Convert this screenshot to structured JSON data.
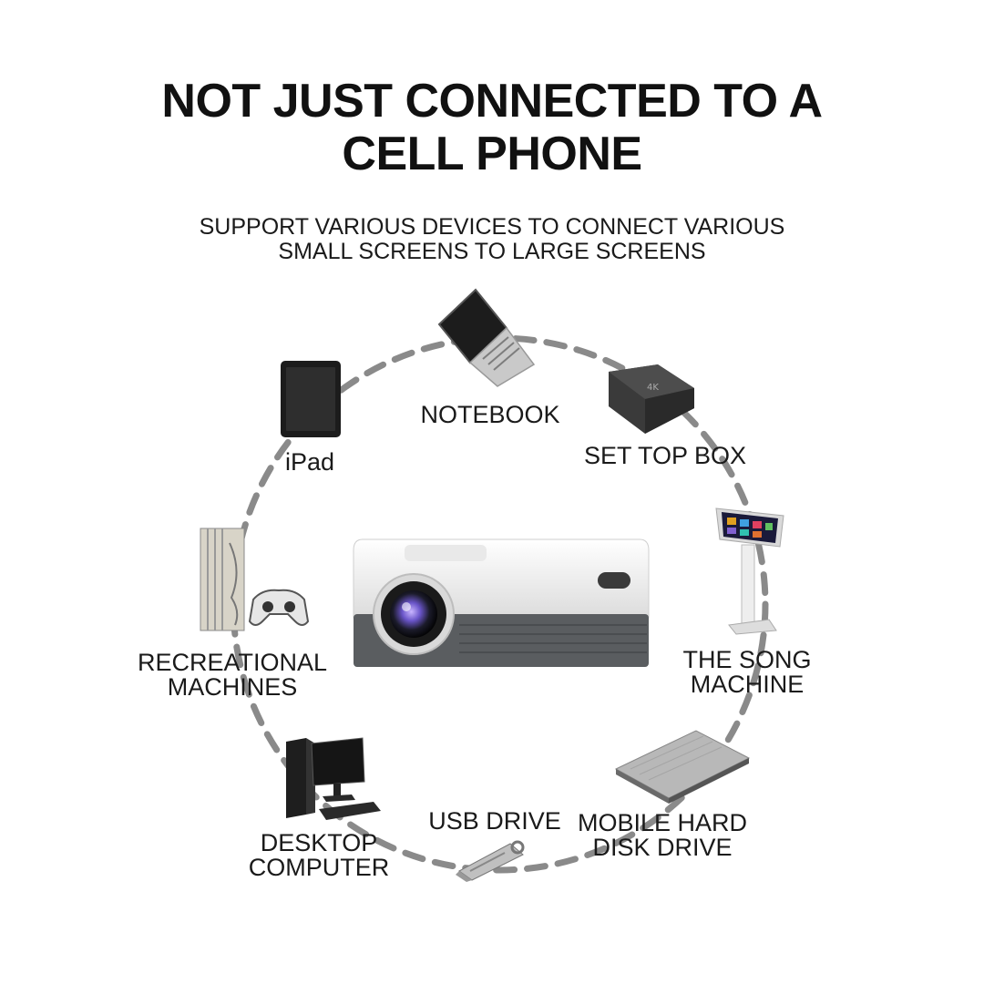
{
  "headline": {
    "line1": "NOT JUST CONNECTED TO A",
    "line2": "CELL PHONE"
  },
  "subhead": {
    "line1": "SUPPORT VARIOUS DEVICES TO CONNECT VARIOUS",
    "line2": "SMALL SCREENS TO LARGE SCREENS"
  },
  "devices": {
    "notebook": {
      "label": "NOTEBOOK",
      "icon": "laptop-icon"
    },
    "set_top_box": {
      "label": "SET TOP BOX",
      "icon": "set-top-box-icon"
    },
    "ipad": {
      "label": "iPad",
      "icon": "tablet-icon"
    },
    "song_machine": {
      "line1": "THE SONG",
      "line2": "MACHINE",
      "icon": "karaoke-kiosk-icon"
    },
    "recreational": {
      "line1": "RECREATIONAL",
      "line2": "MACHINES",
      "icon": "game-console-icon"
    },
    "desktop": {
      "line1": "DESKTOP",
      "line2": "COMPUTER",
      "icon": "desktop-computer-icon"
    },
    "usb": {
      "label": "USB DRIVE",
      "icon": "usb-drive-icon"
    },
    "hard_disk": {
      "line1": "MOBILE HARD",
      "line2": "DISK DRIVE",
      "icon": "hard-disk-icon"
    }
  },
  "center": {
    "icon": "projector-icon"
  },
  "colors": {
    "text": "#111111",
    "ring": "#8a8a8a",
    "projector_gray": "#5a5d60",
    "projector_white": "#f2f2f2"
  }
}
